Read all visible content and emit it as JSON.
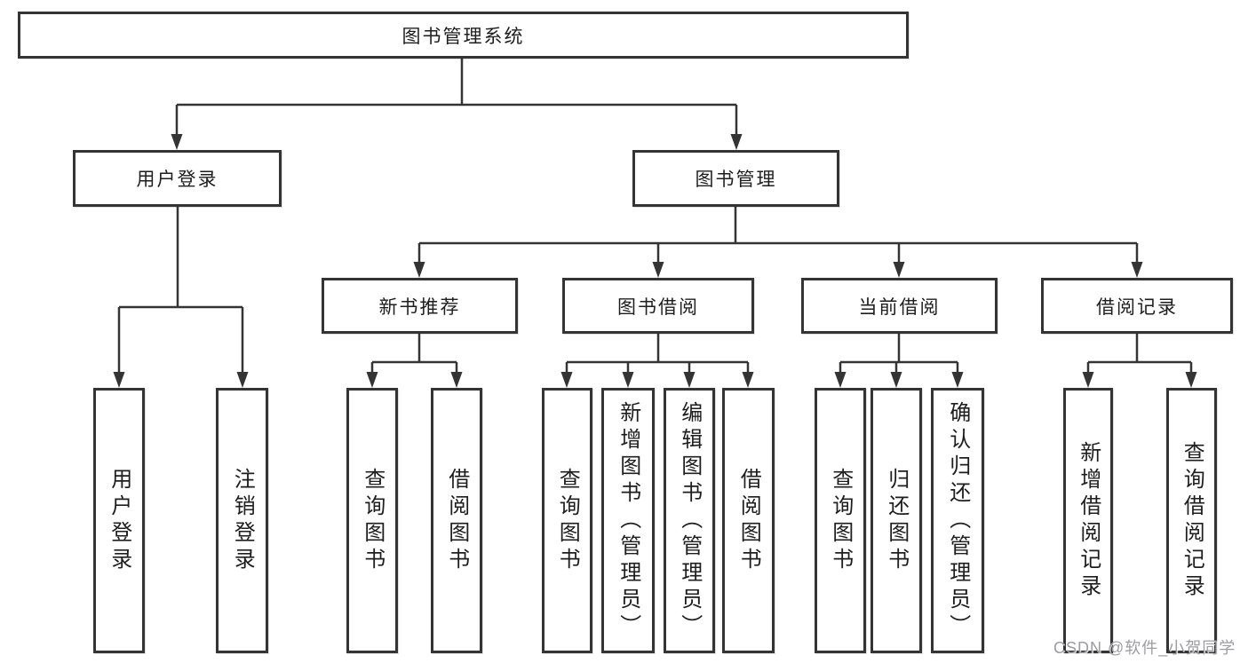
{
  "colors": {
    "line": "#343434",
    "box_border": "#343434",
    "box_fill": "#ffffff",
    "text": "#1e1e1e",
    "watermark": "#9c9ca1",
    "background": "#ffffff"
  },
  "watermark": {
    "text": "CSDN @软件_小贺同学"
  },
  "tree": {
    "label": "图书管理系统",
    "children": [
      {
        "label": "用户登录",
        "children": [
          {
            "label": "用户登录"
          },
          {
            "label": "注销登录"
          }
        ]
      },
      {
        "label": "图书管理",
        "children": [
          {
            "label": "新书推荐",
            "children": [
              {
                "label": "查询图书"
              },
              {
                "label": "借阅图书"
              }
            ]
          },
          {
            "label": "图书借阅",
            "children": [
              {
                "label": "查询图书"
              },
              {
                "label": "新增图书（管理员）"
              },
              {
                "label": "编辑图书（管理员）"
              },
              {
                "label": "借阅图书"
              }
            ]
          },
          {
            "label": "当前借阅",
            "children": [
              {
                "label": "查询图书"
              },
              {
                "label": "归还图书"
              },
              {
                "label": "确认归还（管理员）"
              }
            ]
          },
          {
            "label": "借阅记录",
            "children": [
              {
                "label": "新增借阅记录"
              },
              {
                "label": "查询借阅记录"
              }
            ]
          }
        ]
      }
    ]
  }
}
